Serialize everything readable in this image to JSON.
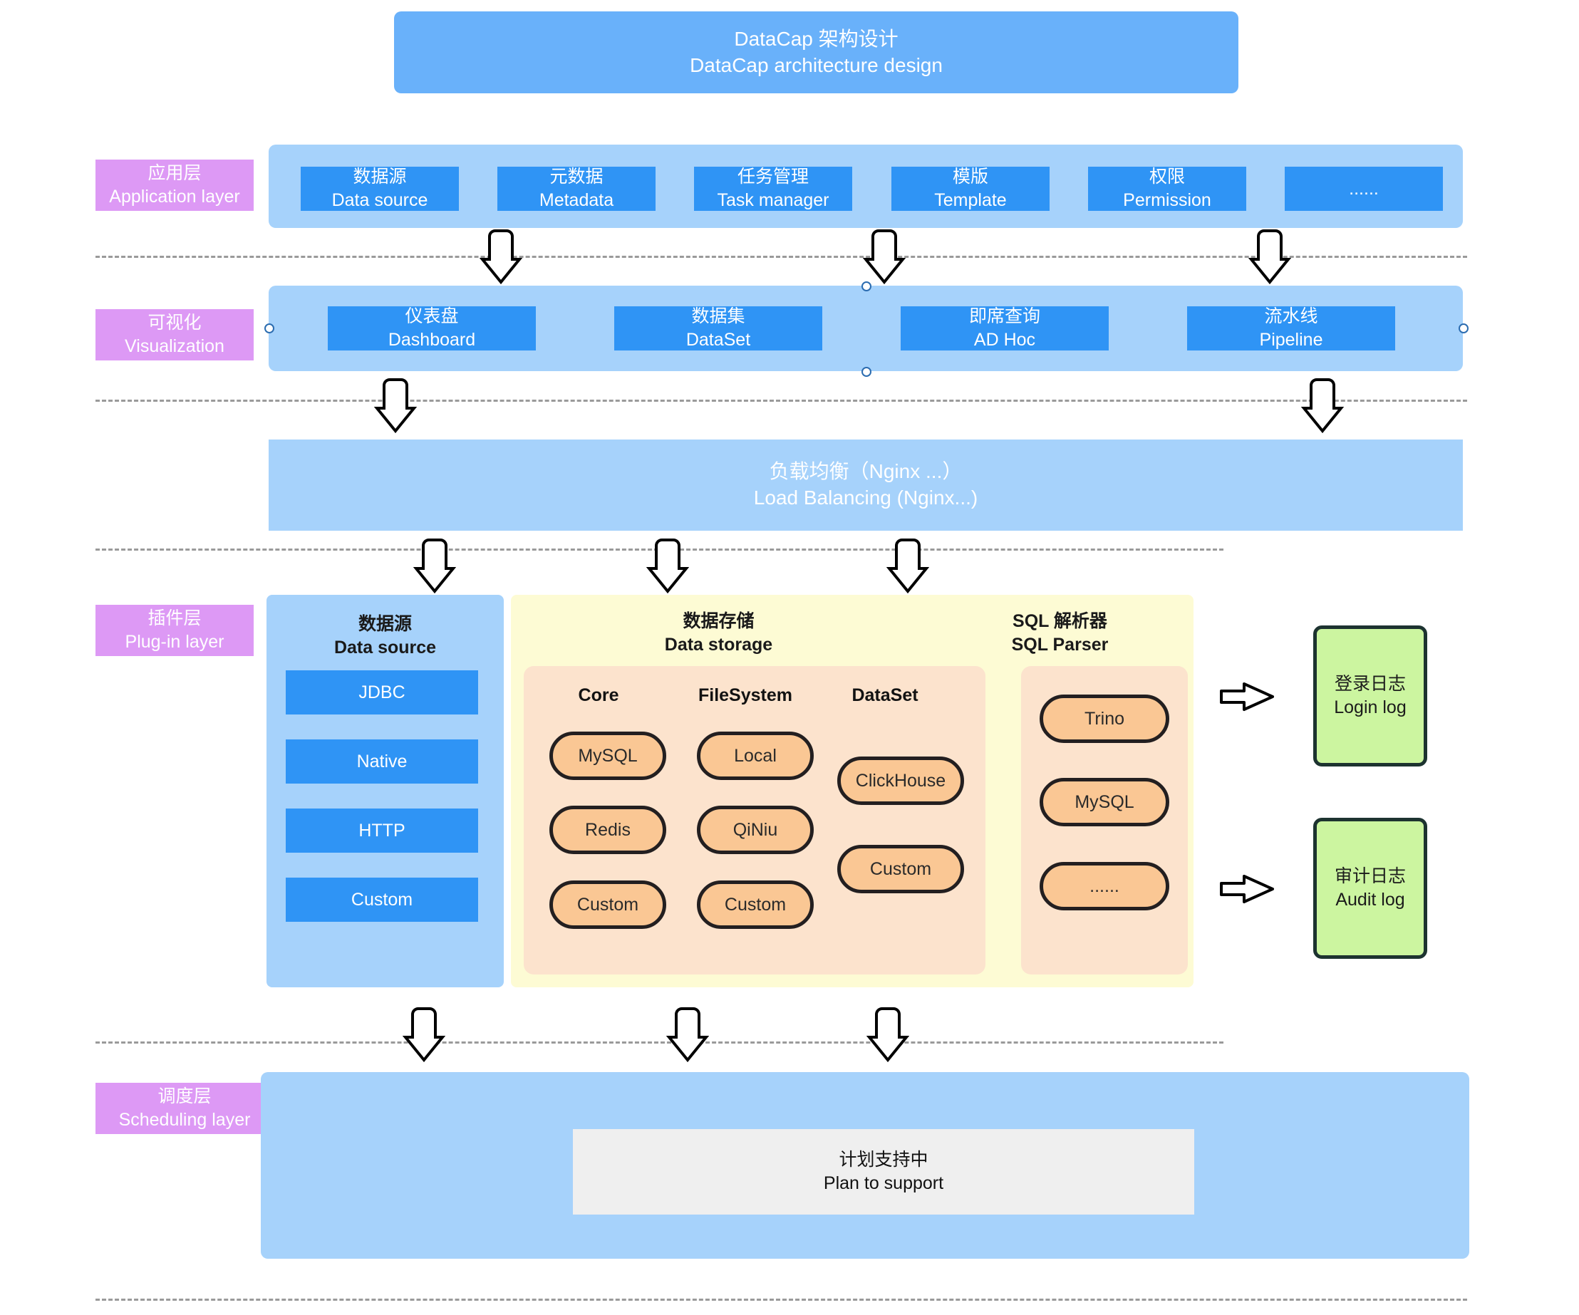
{
  "title": {
    "zh": "DataCap 架构设计",
    "en": "DataCap architecture design"
  },
  "colors": {
    "title_bg": "#69b1fa",
    "band_bg": "#a6d2fb",
    "chip_bg": "#2f94f5",
    "layer_tag_bg": "#dd99f5",
    "panel_yellow": "#fdfbd4",
    "panel_peach": "#fce3cd",
    "pill_bg": "#fac794",
    "pill_border": "#231f20",
    "green_bg": "#ccf5a0",
    "green_border": "#1d3330",
    "gray_bg": "#efefef",
    "divider": "#9a9a9a"
  },
  "layers": {
    "application": {
      "zh": "应用层",
      "en": "Application layer"
    },
    "visualization": {
      "zh": "可视化",
      "en": "Visualization"
    },
    "plugin": {
      "zh": "插件层",
      "en": "Plug-in layer"
    },
    "scheduling": {
      "zh": "调度层",
      "en": "Scheduling layer"
    }
  },
  "application_layer": {
    "items": [
      {
        "zh": "数据源",
        "en": "Data source"
      },
      {
        "zh": "元数据",
        "en": "Metadata"
      },
      {
        "zh": "任务管理",
        "en": "Task manager"
      },
      {
        "zh": "模版",
        "en": "Template"
      },
      {
        "zh": "权限",
        "en": "Permission"
      },
      {
        "zh": "",
        "en": "......"
      }
    ]
  },
  "visualization_layer": {
    "items": [
      {
        "zh": "仪表盘",
        "en": "Dashboard"
      },
      {
        "zh": "数据集",
        "en": "DataSet"
      },
      {
        "zh": "即席查询",
        "en": "AD Hoc"
      },
      {
        "zh": "流水线",
        "en": "Pipeline"
      }
    ]
  },
  "load_balancing": {
    "zh": "负载均衡（Nginx ...）",
    "en": "Load Balancing (Nginx...)"
  },
  "plugin_layer": {
    "data_source": {
      "title_zh": "数据源",
      "title_en": "Data source",
      "items": [
        "JDBC",
        "Native",
        "HTTP",
        "Custom"
      ]
    },
    "data_storage": {
      "title_zh": "数据存储",
      "title_en": "Data storage",
      "columns": [
        {
          "header": "Core",
          "items": [
            "MySQL",
            "Redis",
            "Custom"
          ]
        },
        {
          "header": "FileSystem",
          "items": [
            "Local",
            "QiNiu",
            "Custom"
          ]
        },
        {
          "header": "DataSet",
          "items": [
            "ClickHouse",
            "Custom"
          ]
        }
      ]
    },
    "sql_parser": {
      "title_zh": "SQL 解析器",
      "title_en": "SQL Parser",
      "items": [
        "Trino",
        "MySQL",
        "......"
      ]
    },
    "logs": [
      {
        "zh": "登录日志",
        "en": "Login log"
      },
      {
        "zh": "审计日志",
        "en": "Audit log"
      }
    ]
  },
  "scheduling_layer": {
    "placeholder": {
      "zh": "计划支持中",
      "en": "Plan to support"
    }
  }
}
